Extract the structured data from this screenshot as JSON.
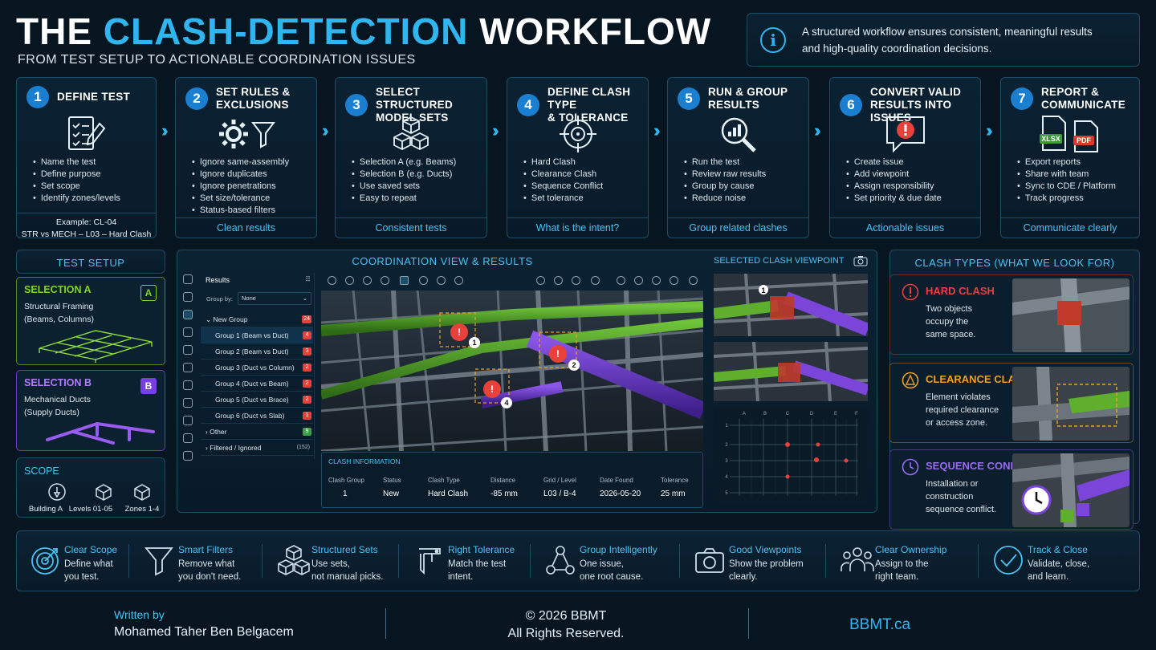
{
  "header": {
    "title_part1": "THE",
    "title_accent": "CLASH-DETECTION",
    "title_part2": "WORKFLOW",
    "subtitle": "FROM TEST SETUP TO ACTIONABLE COORDINATION ISSUES",
    "info_line1": "A structured workflow ensures consistent, meaningful results",
    "info_line2": "and high-quality coordination decisions."
  },
  "steps": [
    {
      "num": "1",
      "title1": "DEFINE TEST",
      "title2": "",
      "items": [
        "Name the test",
        "Define purpose",
        "Set scope",
        "Identify zones/levels"
      ],
      "example1": "Example: CL-04",
      "example2": "STR vs MECH – L03 – Hard Clash",
      "icon": "checklist-icon"
    },
    {
      "num": "2",
      "title1": "SET RULES &",
      "title2": "EXCLUSIONS",
      "items": [
        "Ignore same-assembly",
        "Ignore duplicates",
        "Ignore penetrations",
        "Set size/tolerance",
        "Status-based filters"
      ],
      "footer": "Clean results",
      "icon": "gear-filter-icon"
    },
    {
      "num": "3",
      "title1": "SELECT STRUCTURED",
      "title2": "MODEL SETS",
      "items": [
        "Selection A (e.g. Beams)",
        "Selection B (e.g. Ducts)",
        "Use saved sets",
        "Easy to repeat"
      ],
      "footer": "Consistent tests",
      "icon": "cubes-icon"
    },
    {
      "num": "4",
      "title1": "DEFINE CLASH TYPE",
      "title2": "& TOLERANCE",
      "items": [
        "Hard Clash",
        "Clearance Clash",
        "Sequence Conflict",
        "Set tolerance"
      ],
      "footer": "What is the intent?",
      "icon": "crosshair-icon"
    },
    {
      "num": "5",
      "title1": "RUN & GROUP",
      "title2": "RESULTS",
      "items": [
        "Run the test",
        "Review raw results",
        "Group by cause",
        "Reduce noise"
      ],
      "footer": "Group related clashes",
      "icon": "magnifier-chart-icon"
    },
    {
      "num": "6",
      "title1": "CONVERT VALID",
      "title2": "RESULTS INTO ISSUES",
      "items": [
        "Create issue",
        "Add viewpoint",
        "Assign responsibility",
        "Set priority & due date"
      ],
      "footer": "Actionable issues",
      "icon": "alert-bubble-icon"
    },
    {
      "num": "7",
      "title1": "REPORT &",
      "title2": "COMMUNICATE",
      "items": [
        "Export reports",
        "Share with team",
        "Sync to CDE / Platform",
        "Track progress"
      ],
      "footer": "Communicate clearly",
      "icon": "report-files-icon",
      "file1": "XLSX",
      "file2": "PDF"
    }
  ],
  "test_setup": {
    "title": "TEST SETUP",
    "sel_a_label": "SELECTION A",
    "sel_a_desc1": "Structural Framing",
    "sel_a_desc2": "(Beams, Columns)",
    "sel_a_badge": "A",
    "sel_b_label": "SELECTION B",
    "sel_b_desc1": "Mechanical Ducts",
    "sel_b_desc2": "(Supply Ducts)",
    "sel_b_badge": "B",
    "scope_title": "SCOPE",
    "scope_items": [
      "Building A",
      "Levels 01-05",
      "Zones 1-4"
    ]
  },
  "coordination": {
    "title": "COORDINATION VIEW & RESULTS",
    "results_title": "Results",
    "group_by_label": "Group by:",
    "group_by_value": "None",
    "rows": [
      {
        "label": "New Group",
        "count": "24"
      },
      {
        "label": "Group 1 (Beam vs Duct)",
        "count": "4"
      },
      {
        "label": "Group 2 (Beam vs Duct)",
        "count": "3"
      },
      {
        "label": "Group 3 (Duct vs Column)",
        "count": "2"
      },
      {
        "label": "Group 4 (Duct vs Beam)",
        "count": "2"
      },
      {
        "label": "Group 5 (Duct vs Brace)",
        "count": "2"
      },
      {
        "label": "Group 6 (Duct vs Slab)",
        "count": "1"
      },
      {
        "label": "Other",
        "count": "9"
      },
      {
        "label": "Filtered / Ignored",
        "count": "(152)"
      }
    ],
    "markers": [
      "1",
      "2",
      "4"
    ],
    "clash_info_title": "CLASH INFORMATION",
    "info_headers": [
      "Clash Group",
      "Status",
      "Clash Type",
      "Distance",
      "Grid / Level",
      "Date Found",
      "Tolerance"
    ],
    "info_values": [
      "1",
      "New",
      "Hard Clash",
      "-85 mm",
      "L03 / B-4",
      "2026-05-20",
      "25 mm"
    ],
    "viewpoint_title": "SELECTED CLASH VIEWPOINT",
    "grid_cols": [
      "A",
      "B",
      "C",
      "D",
      "E",
      "F"
    ],
    "grid_rows": [
      "1",
      "2",
      "3",
      "4",
      "5"
    ],
    "vp_marker": "1"
  },
  "clash_types": {
    "title": "CLASH TYPES (WHAT WE LOOK FOR)",
    "items": [
      {
        "label": "HARD CLASH",
        "desc1": "Two objects",
        "desc2": "occupy the",
        "desc3": "same space.",
        "color": "#e8413b"
      },
      {
        "label": "CLEARANCE CLASH",
        "desc1": "Element violates",
        "desc2": "required clearance",
        "desc3": "or access zone.",
        "color": "#f0a020"
      },
      {
        "label": "SEQUENCE CONFLICT",
        "desc1": "Installation or",
        "desc2": "construction",
        "desc3": "sequence conflict.",
        "color": "#9a6cf0"
      }
    ]
  },
  "principles": [
    {
      "title": "Clear Scope",
      "desc1": "Define what",
      "desc2": "you test.",
      "icon": "target-icon"
    },
    {
      "title": "Smart Filters",
      "desc1": "Remove what",
      "desc2": "you don't need.",
      "icon": "funnel-icon"
    },
    {
      "title": "Structured Sets",
      "desc1": "Use sets,",
      "desc2": "not manual picks.",
      "icon": "cubes-icon"
    },
    {
      "title": "Right Tolerance",
      "desc1": "Match the test",
      "desc2": "intent.",
      "icon": "caliper-icon"
    },
    {
      "title": "Group Intelligently",
      "desc1": "One issue,",
      "desc2": "one root cause.",
      "icon": "network-icon"
    },
    {
      "title": "Good Viewpoints",
      "desc1": "Show the problem",
      "desc2": "clearly.",
      "icon": "camera-icon"
    },
    {
      "title": "Clear Ownership",
      "desc1": "Assign to the",
      "desc2": "right team.",
      "icon": "team-icon"
    },
    {
      "title": "Track & Close",
      "desc1": "Validate, close,",
      "desc2": "and learn.",
      "icon": "check-circle-icon"
    }
  ],
  "footer": {
    "written_by": "Written by",
    "author": "Mohamed Taher Ben Belgacem",
    "copyright": "© 2026 BBMT",
    "rights": "All Rights Reserved.",
    "site": "BBMT.ca"
  },
  "colors": {
    "accent": "#2fb6f0",
    "selection_a": "#7ed321",
    "selection_b": "#9a5cf0",
    "clash_red": "#e8413b",
    "clearance_orange": "#f0a020"
  }
}
